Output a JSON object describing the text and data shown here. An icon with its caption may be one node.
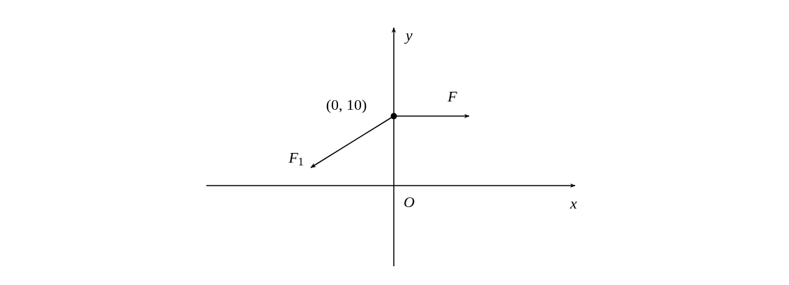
{
  "diagram": {
    "labels": [
      "y",
      "(0, 10)",
      "F",
      "*F*$_{1}$",
      "O",
      "x"
    ]
  }
}
